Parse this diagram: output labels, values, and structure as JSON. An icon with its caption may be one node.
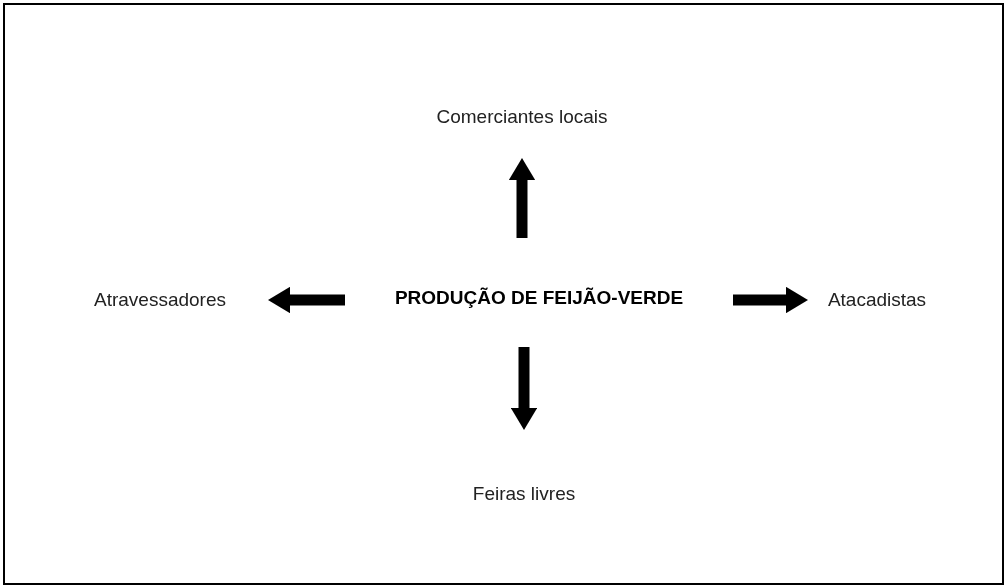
{
  "diagram": {
    "nodes": [
      {
        "text": [
          "PRODUÇÃO DE FEIJÃO-VERDE"
        ]
      },
      {
        "text": [
          "Comerciantes locais"
        ]
      },
      {
        "text": [
          "Atravessadores"
        ]
      },
      {
        "text": [
          "Atacadistas"
        ]
      },
      {
        "text": [
          "Feiras livres"
        ]
      }
    ],
    "edges": [
      {
        "from": 0,
        "to": 1,
        "arrow": "to"
      },
      {
        "from": 0,
        "to": 2,
        "arrow": "to"
      },
      {
        "from": 0,
        "to": 3,
        "arrow": "to"
      },
      {
        "from": 0,
        "to": 4,
        "arrow": "to"
      }
    ]
  }
}
